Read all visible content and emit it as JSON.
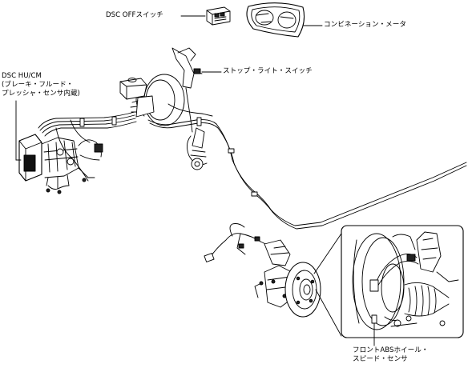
{
  "labels": {
    "dsc_off_switch": "DSC OFFスイッチ",
    "combination_meter": "コンビネーション・メータ",
    "stop_light_switch": "ストップ・ライト・スイッチ",
    "dsc_hu_cm": [
      "DSC HU/CM",
      "(ブレーキ・フルード・",
      "プレッシャ・センサ内蔵)"
    ],
    "front_abs_sensor": [
      "フロントABSホイール・",
      "スピード・センサ"
    ]
  },
  "colors": {
    "line": "#000000",
    "background": "#ffffff"
  }
}
